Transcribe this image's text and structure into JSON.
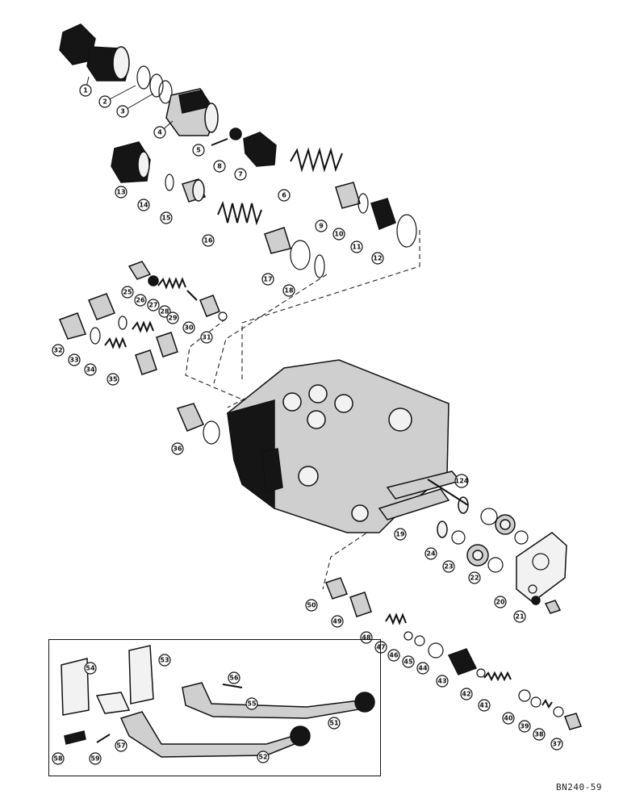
{
  "figure_ref": "BN240-59",
  "callouts": [
    "1",
    "2",
    "3",
    "4",
    "5",
    "6",
    "7",
    "8",
    "9",
    "10",
    "11",
    "12",
    "13",
    "14",
    "15",
    "16",
    "17",
    "18",
    "19",
    "20",
    "21",
    "22",
    "23",
    "24",
    "25",
    "26",
    "27",
    "28",
    "29",
    "30",
    "31",
    "32",
    "33",
    "34",
    "35",
    "36",
    "37",
    "38",
    "39",
    "40",
    "41",
    "42",
    "43",
    "44",
    "45",
    "46",
    "47",
    "48",
    "49",
    "50",
    "51",
    "52",
    "53",
    "54",
    "55",
    "56",
    "57",
    "58",
    "59",
    "124"
  ]
}
